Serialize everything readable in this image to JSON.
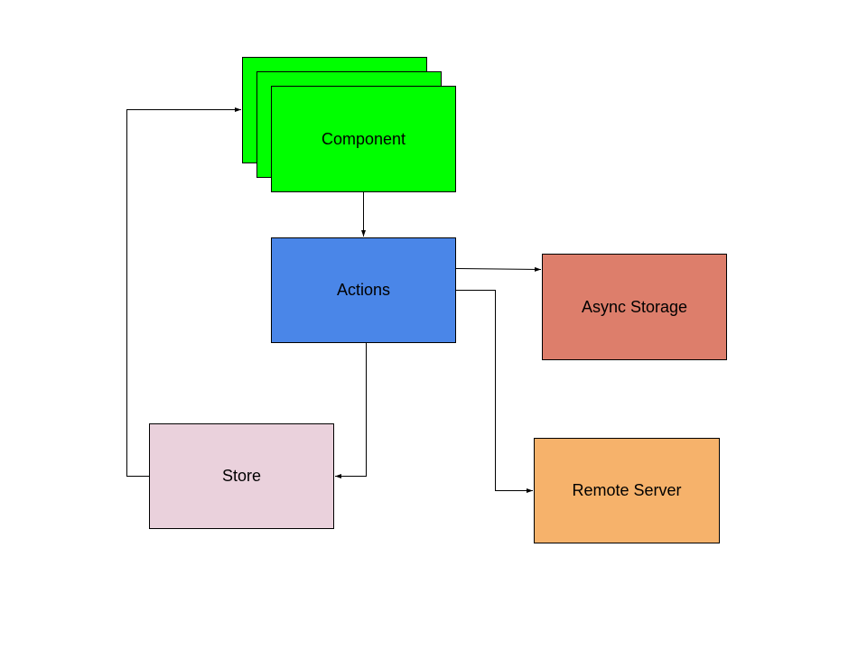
{
  "diagram": {
    "nodes": {
      "component": {
        "label": "Component",
        "color": "#00ff00"
      },
      "actions": {
        "label": "Actions",
        "color": "#4a86e8"
      },
      "async_storage": {
        "label": "Async Storage",
        "color": "#dd7e6b"
      },
      "remote_server": {
        "label": "Remote Server",
        "color": "#f6b26b"
      },
      "store": {
        "label": "Store",
        "color": "#ead1dc"
      }
    },
    "edges": [
      {
        "from": "component",
        "to": "actions"
      },
      {
        "from": "actions",
        "to": "async_storage"
      },
      {
        "from": "actions",
        "to": "remote_server"
      },
      {
        "from": "actions",
        "to": "store"
      },
      {
        "from": "store",
        "to": "component"
      }
    ],
    "line_color": "#000000"
  }
}
